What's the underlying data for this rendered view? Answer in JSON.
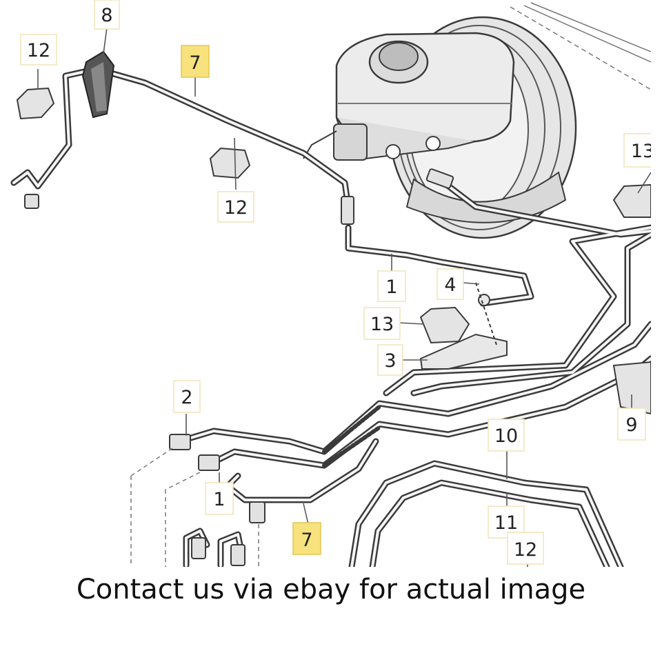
{
  "callouts": [
    {
      "id": "c8",
      "text": "8",
      "highlight": false
    },
    {
      "id": "c12a",
      "text": "12",
      "highlight": false
    },
    {
      "id": "c7a",
      "text": "7",
      "highlight": true
    },
    {
      "id": "c12b",
      "text": "12",
      "highlight": false
    },
    {
      "id": "c13a",
      "text": "13",
      "highlight": false
    },
    {
      "id": "c1a",
      "text": "1",
      "highlight": false
    },
    {
      "id": "c4",
      "text": "4",
      "highlight": false
    },
    {
      "id": "c13b",
      "text": "13",
      "highlight": false
    },
    {
      "id": "c3",
      "text": "3",
      "highlight": false
    },
    {
      "id": "c2",
      "text": "2",
      "highlight": false
    },
    {
      "id": "c9",
      "text": "9",
      "highlight": false
    },
    {
      "id": "c10",
      "text": "10",
      "highlight": false
    },
    {
      "id": "c1b",
      "text": "1",
      "highlight": false
    },
    {
      "id": "c11",
      "text": "11",
      "highlight": false
    },
    {
      "id": "c7b",
      "text": "7",
      "highlight": true
    },
    {
      "id": "c12c",
      "text": "12",
      "highlight": false
    }
  ],
  "caption": "Contact us via ebay for actual image",
  "colors": {
    "highlight_fill": "#f7e27e",
    "label_border": "#f1e3b8",
    "line": "#3a3a3a",
    "part_fill": "#e9e9e9",
    "part_shade": "#cfcfcf",
    "background": "#ffffff"
  }
}
